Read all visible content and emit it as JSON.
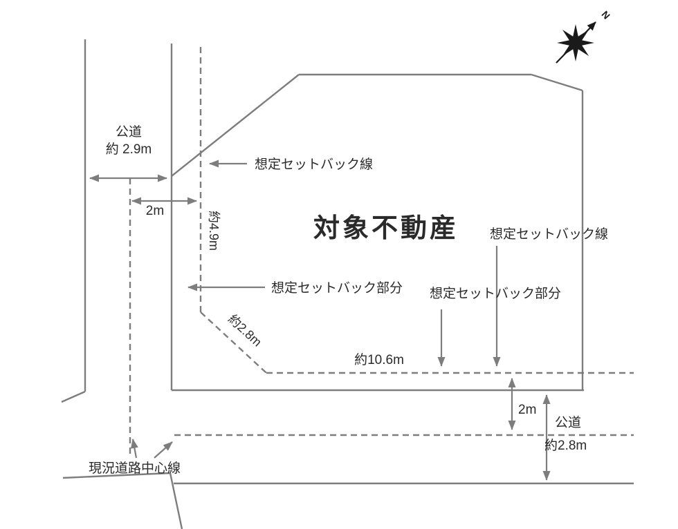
{
  "diagram": {
    "property_title": "対象不動産",
    "compass_north": "N",
    "roads": {
      "west": {
        "name": "公道",
        "width": "約 2.9m"
      },
      "south": {
        "name": "公道",
        "width": "約2.8m"
      }
    },
    "dimensions": {
      "west_setback_offset": "2m",
      "west_frontage": "約4.9m",
      "diagonal_setback": "約2.8m",
      "south_frontage": "約10.6m",
      "south_setback_offset": "2m"
    },
    "annotations": {
      "setback_line_west": "想定セットバック線",
      "setback_line_south": "想定セットバック線",
      "setback_area_west": "想定セットバック部分",
      "setback_area_south": "想定セットバック部分",
      "road_centerline": "現況道路中心線"
    },
    "colors": {
      "line": "#7d7d7d",
      "text": "#2a2a2a",
      "background": "#ffffff"
    }
  }
}
